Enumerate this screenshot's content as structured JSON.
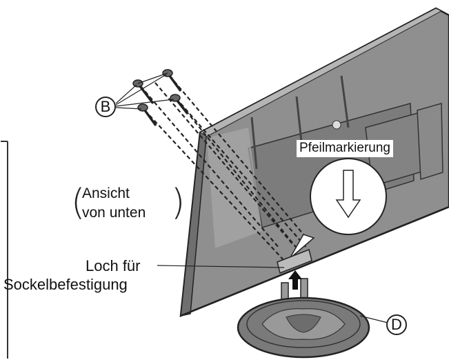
{
  "labels": {
    "screw_part": "B",
    "stand_part": "D",
    "arrow_marking": "Pfeilmarkierung",
    "view_line1": "Ansicht",
    "view_line2": "von unten",
    "hole_line1": "Loch für",
    "hole_line2": "Sockelbefestigung"
  },
  "colors": {
    "line": "#222222",
    "tv_back": "#8f8f8f",
    "tv_dark": "#6d6d6d",
    "tv_light": "#c8c8c8",
    "stand": "#7a7a7a"
  }
}
